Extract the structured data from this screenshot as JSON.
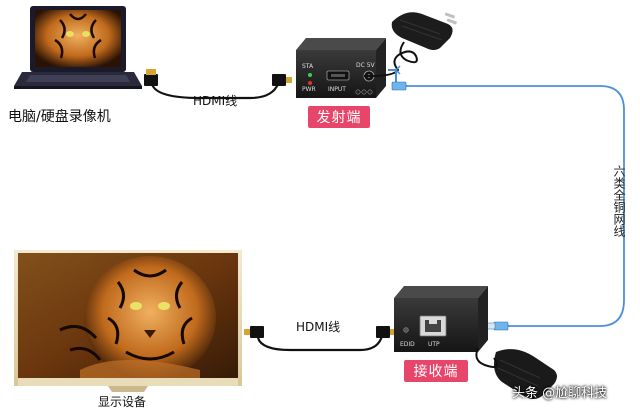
{
  "source_device": {
    "label": "电脑/硬盘录像机"
  },
  "display_device": {
    "label": "显示设备"
  },
  "cables": {
    "hdmi_top": "HDMI线",
    "hdmi_bottom": "HDMI线",
    "network": "六类全铜网线"
  },
  "transmitter": {
    "badge": "发射端",
    "sta": "STA",
    "pwr": "PWR",
    "input": "INPUT",
    "dc": "DC 5V"
  },
  "receiver": {
    "badge": "接收端",
    "edid": "EDID",
    "utp": "UTP"
  },
  "watermark": "头条 @尬聊科技",
  "colors": {
    "badge": "#e8456a",
    "network_cable": "#4a90d9",
    "device_body": "#1e1e1e"
  },
  "icons": [
    "laptop-icon",
    "tv-icon",
    "power-adapter-icon",
    "rj45-plug-icon",
    "hdmi-plug-icon"
  ]
}
